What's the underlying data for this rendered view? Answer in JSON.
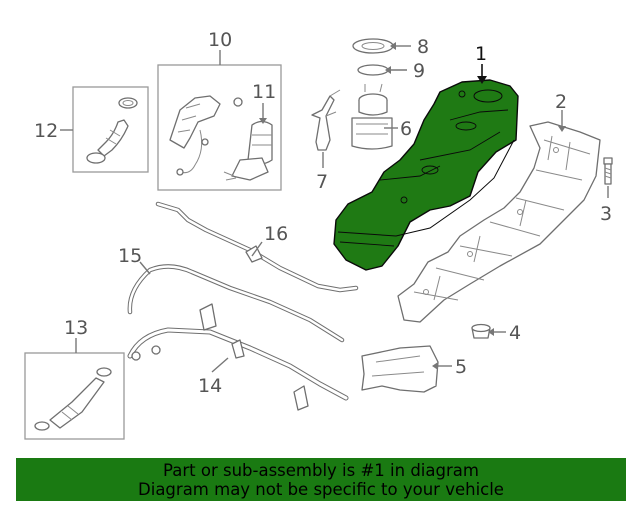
{
  "diagram": {
    "callouts": {
      "c1": "1",
      "c2": "2",
      "c3": "3",
      "c4": "4",
      "c5": "5",
      "c6": "6",
      "c7": "7",
      "c8": "8",
      "c9": "9",
      "c10": "10",
      "c11": "11",
      "c12": "12",
      "c13": "13",
      "c14": "14",
      "c15": "15",
      "c16": "16"
    },
    "highlight_color": "#1f7a14"
  },
  "banner": {
    "line1": "Part or sub-assembly is #1 in diagram",
    "line2": "Diagram may not be specific to your vehicle",
    "background": "#1a7a12"
  }
}
